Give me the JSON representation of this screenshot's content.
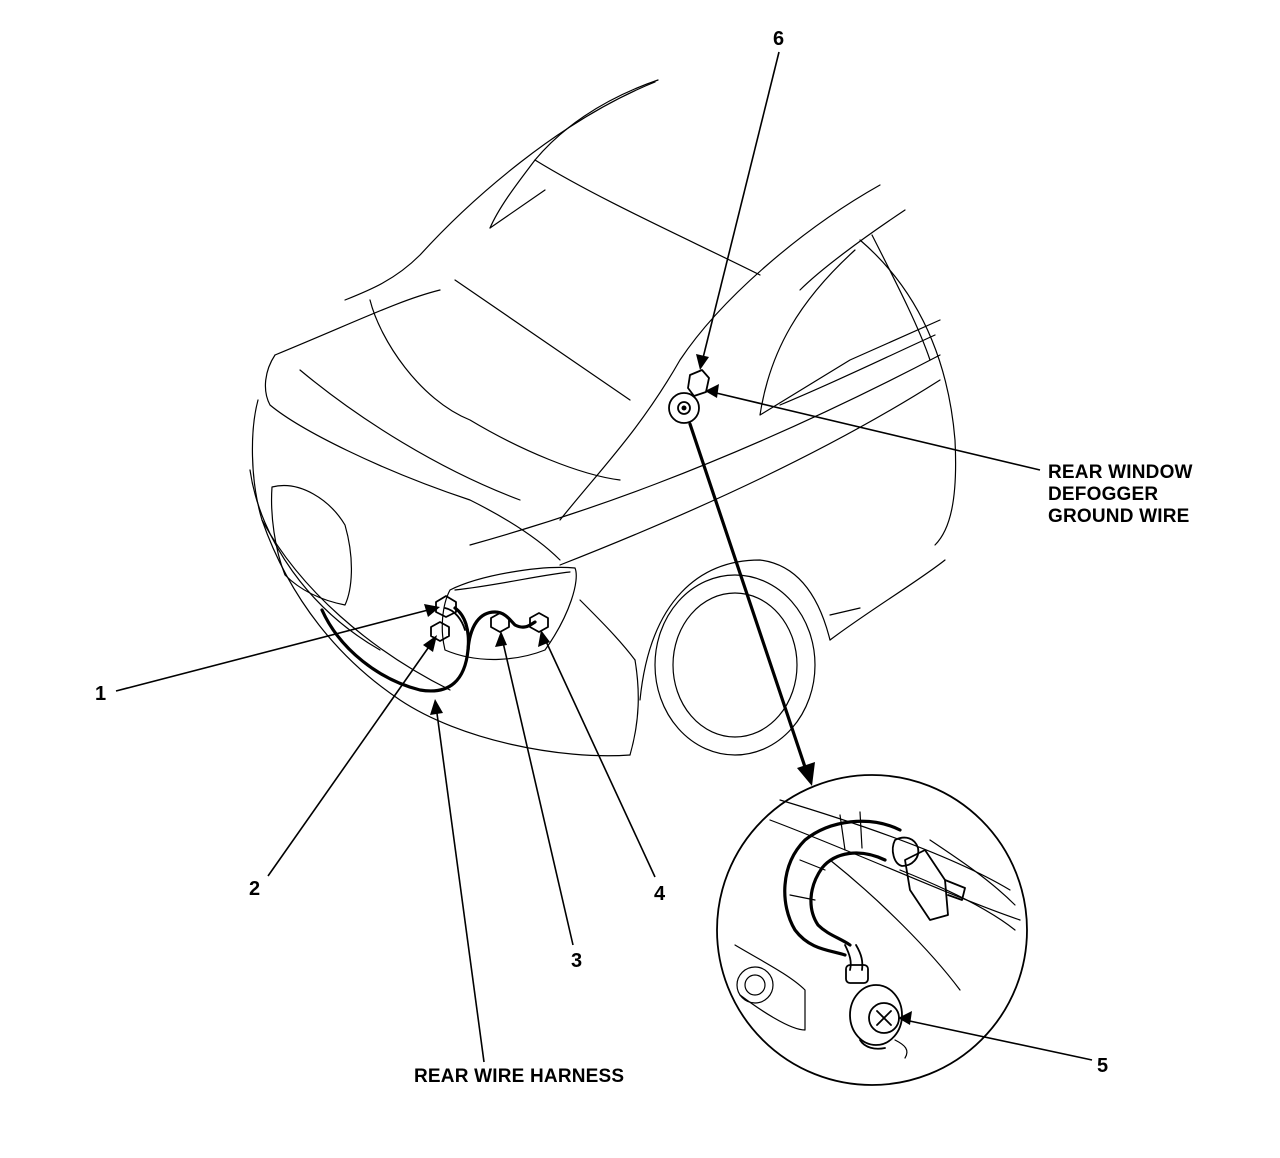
{
  "callouts": {
    "n1": "1",
    "n2": "2",
    "n3": "3",
    "n4": "4",
    "n5": "5",
    "n6": "6"
  },
  "labels": {
    "rear_wire_harness": "REAR WIRE HARNESS",
    "defogger_line1": "REAR WINDOW",
    "defogger_line2": "DEFOGGER",
    "defogger_line3": "GROUND WIRE"
  }
}
